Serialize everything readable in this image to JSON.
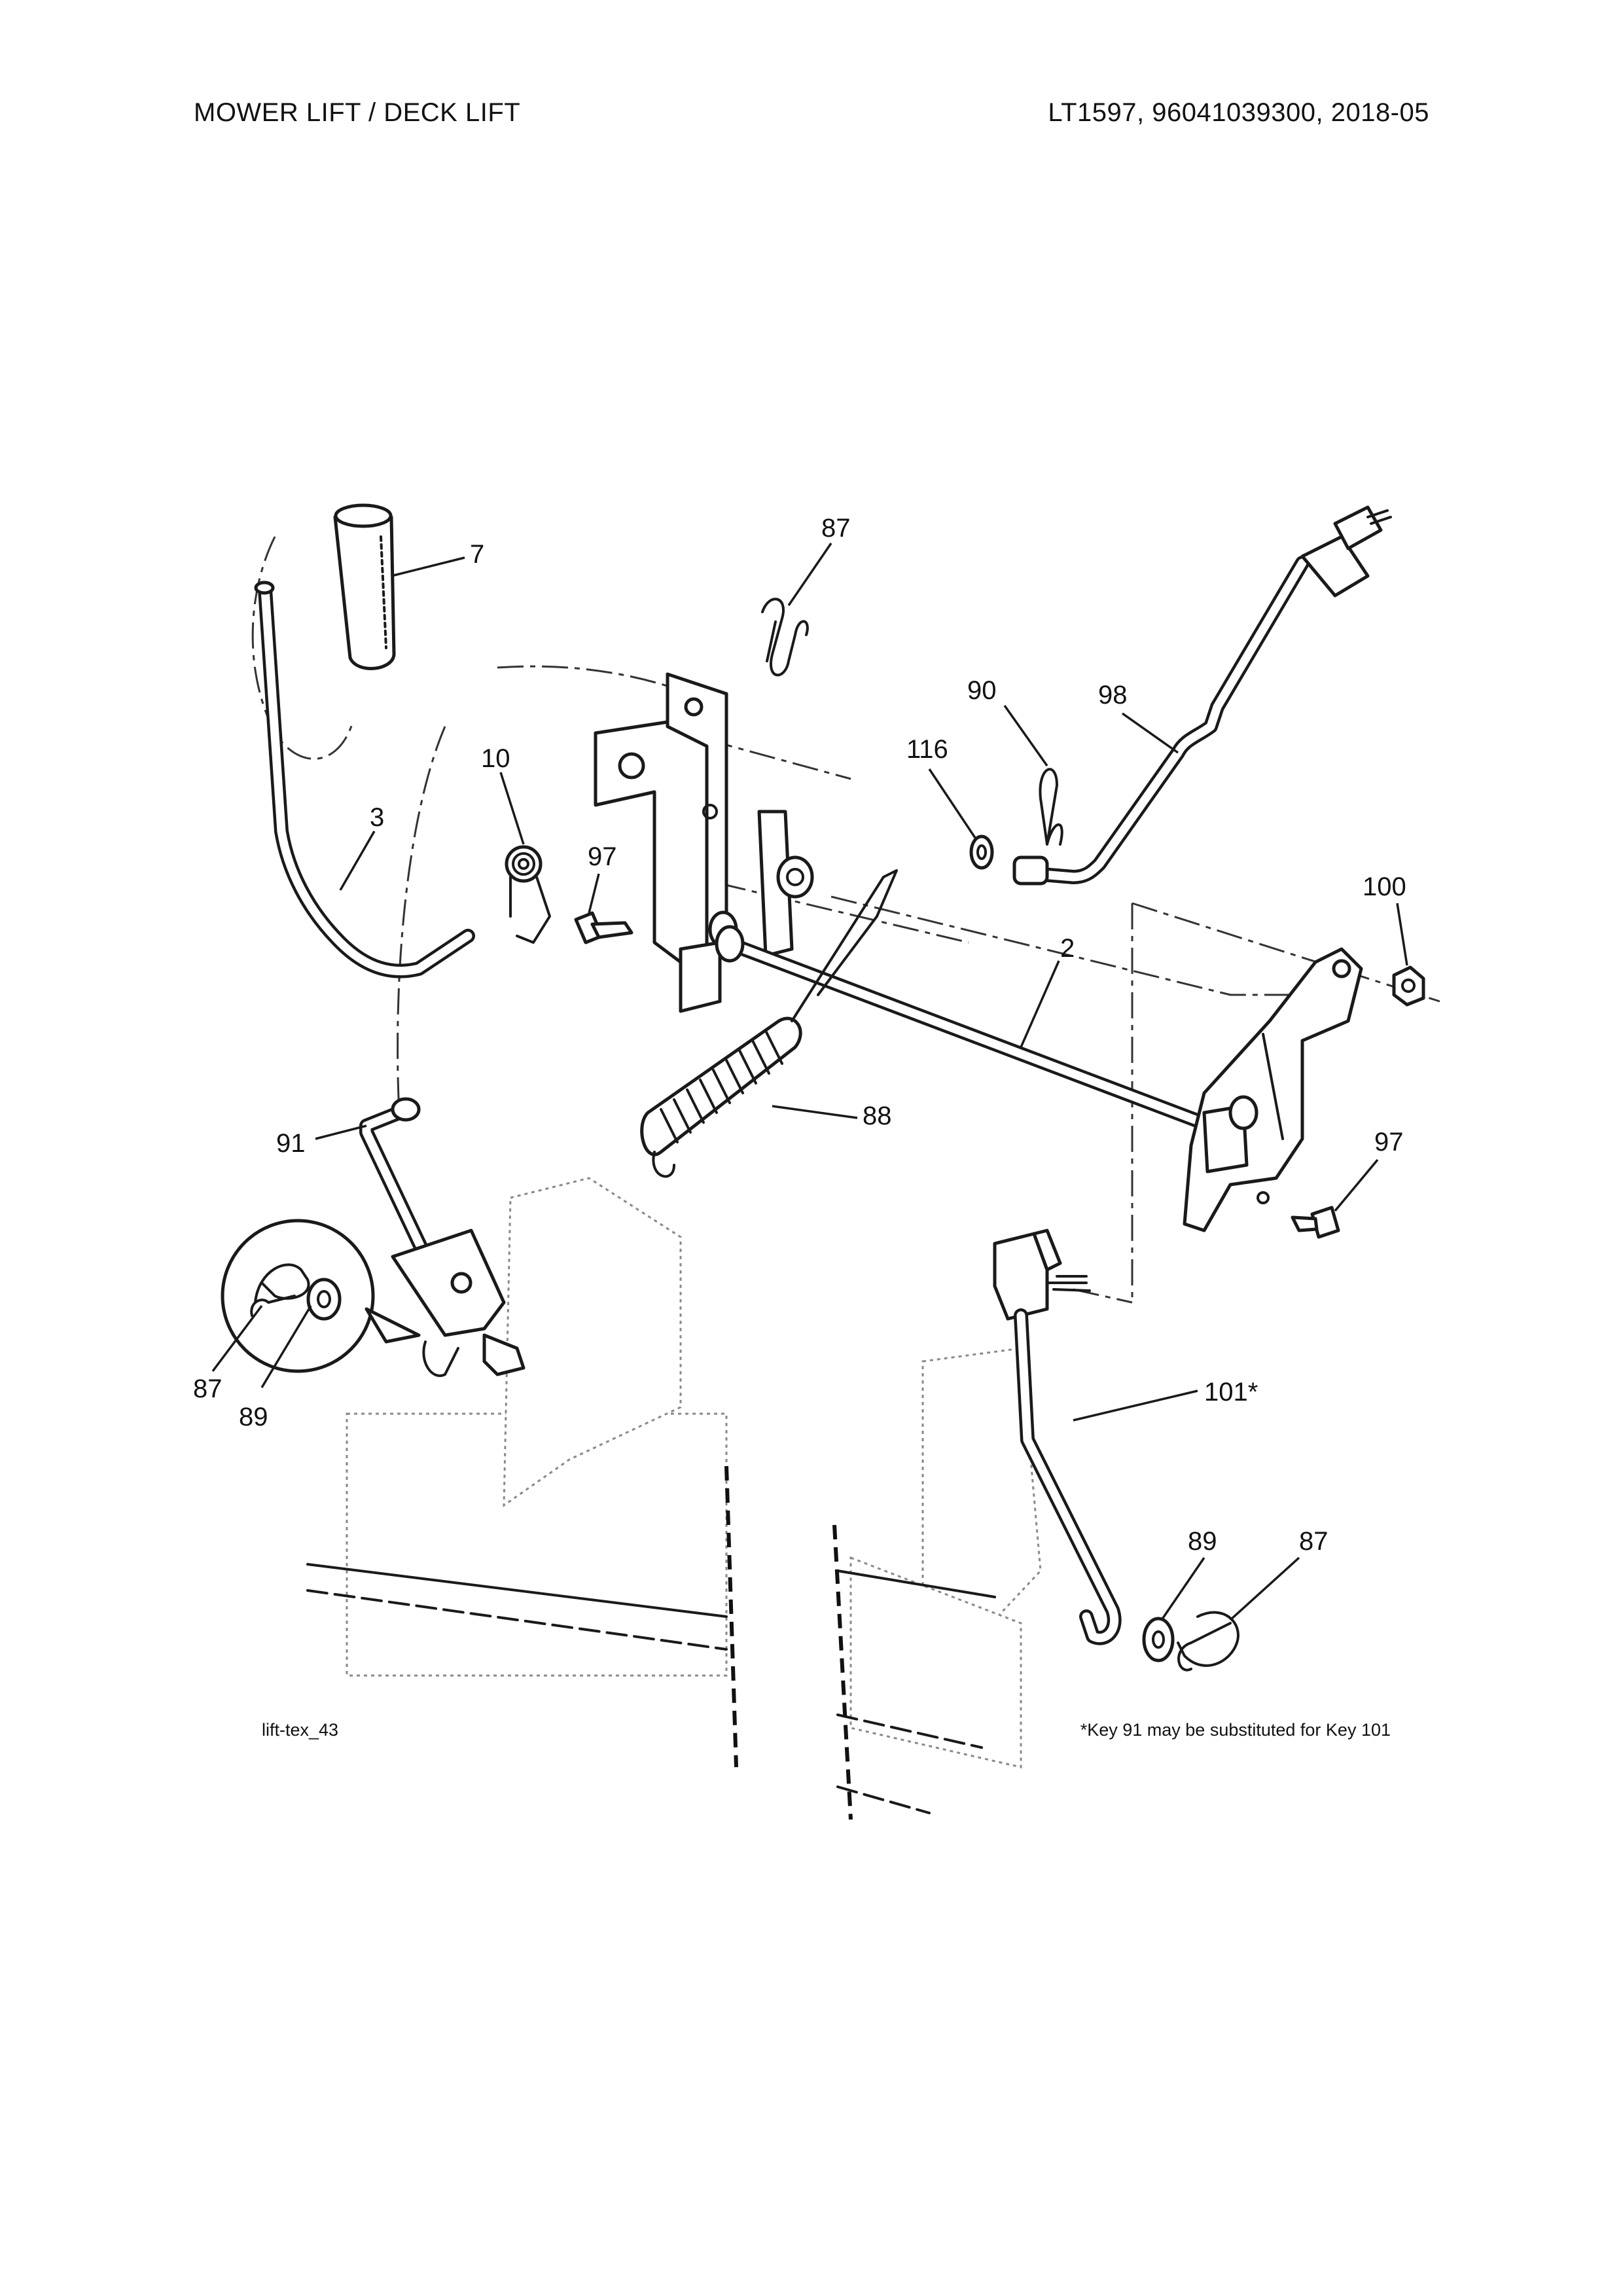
{
  "header": {
    "title": "MOWER LIFT / DECK LIFT",
    "model_info": "LT1597, 96041039300, 2018-05"
  },
  "footer": {
    "figure_id": "lift-tex_43",
    "note": "*Key 91 may be substituted for Key 101"
  },
  "callouts": {
    "c7": "7",
    "c87_top": "87",
    "c90": "90",
    "c98": "98",
    "c116": "116",
    "c10": "10",
    "c3": "3",
    "c97_left": "97",
    "c100": "100",
    "c2": "2",
    "c88": "88",
    "c91": "91",
    "c97_right": "97",
    "c87_detail": "87",
    "c89_detail": "89",
    "c101": "101*",
    "c89_bottom": "89",
    "c87_bottom": "87"
  },
  "colors": {
    "line": "#1a1a1a",
    "background": "#ffffff",
    "ghost": "#8a8a8a"
  }
}
